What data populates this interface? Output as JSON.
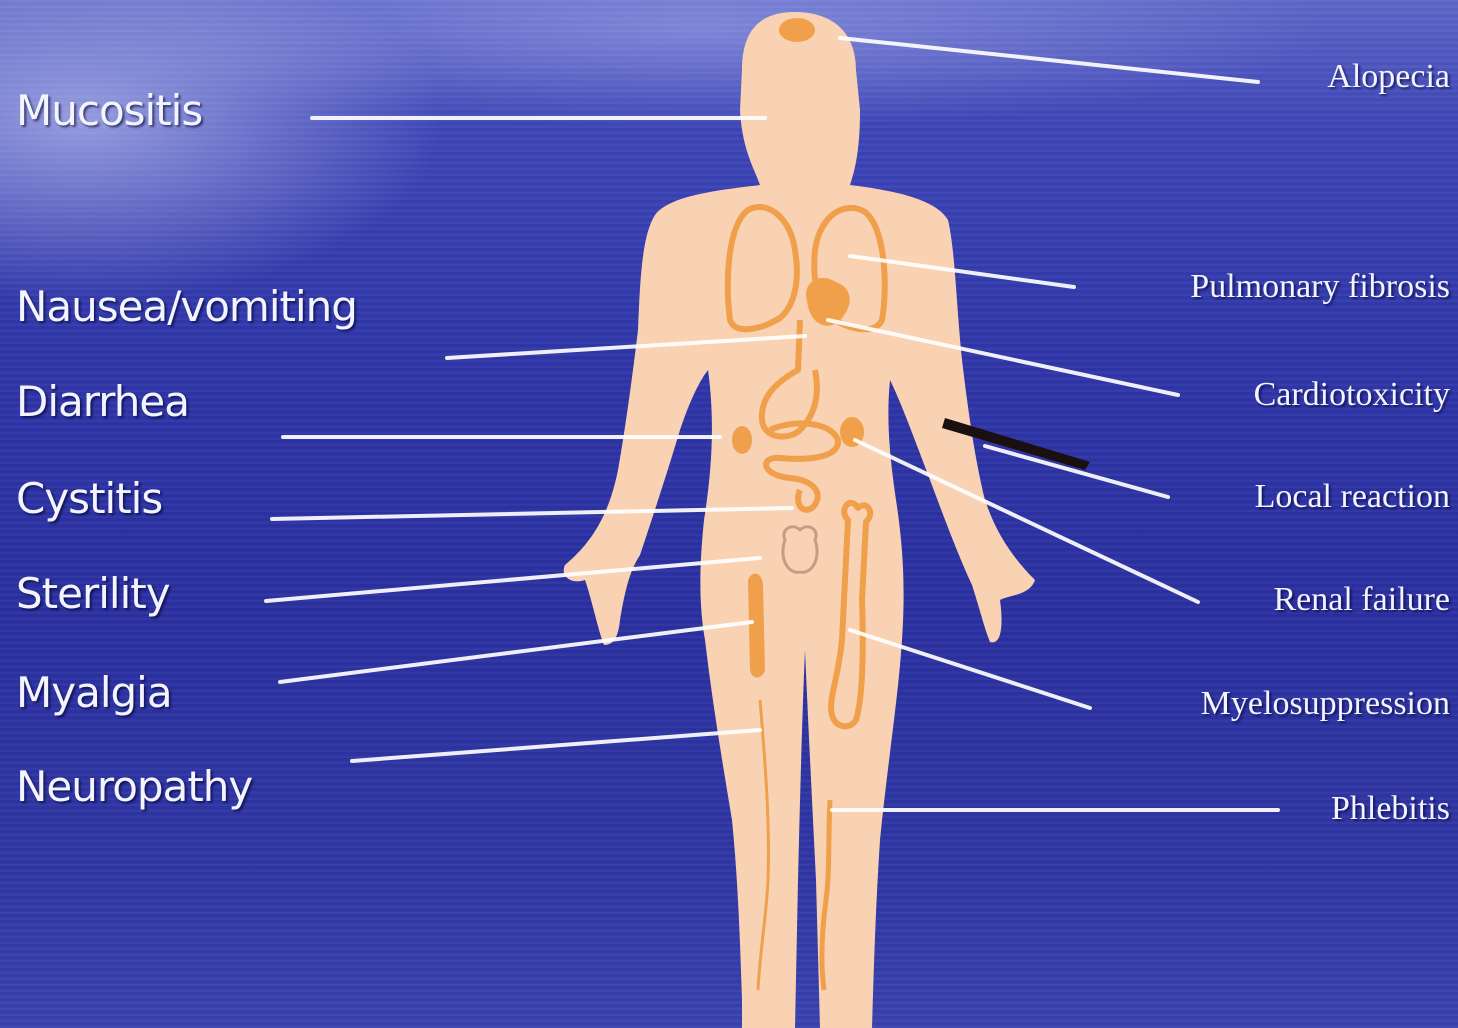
{
  "left_labels": [
    {
      "text": "Mucositis"
    },
    {
      "text": "Nausea/vomiting"
    },
    {
      "text": "Diarrhea"
    },
    {
      "text": "Cystitis"
    },
    {
      "text": "Sterility"
    },
    {
      "text": "Myalgia"
    },
    {
      "text": "Neuropathy"
    }
  ],
  "right_labels": [
    {
      "text": "Alopecia"
    },
    {
      "text": "Pulmonary fibrosis"
    },
    {
      "text": "Cardiotoxicity"
    },
    {
      "text": "Local reaction"
    },
    {
      "text": "Renal failure"
    },
    {
      "text": "Myelosuppression"
    },
    {
      "text": "Phlebitis"
    }
  ],
  "colors": {
    "background": "#2f36a8",
    "body_fill": "#f9d2b4",
    "organ_outline": "#f0a04a",
    "pointer_line": "#ffffff"
  }
}
